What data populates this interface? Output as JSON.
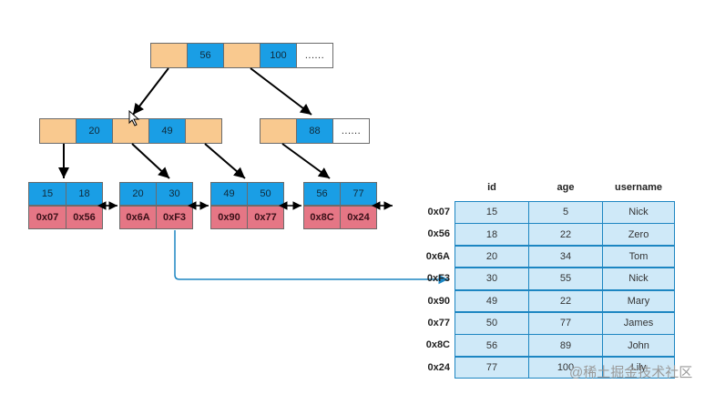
{
  "root": {
    "keys": [
      "56",
      "100"
    ],
    "more": "......"
  },
  "level2": [
    {
      "keys": [
        "20",
        "49"
      ]
    },
    {
      "keys": [
        "88"
      ],
      "more": "......"
    }
  ],
  "leaves": [
    {
      "keys": [
        "15",
        "18"
      ],
      "addrs": [
        "0x07",
        "0x56"
      ]
    },
    {
      "keys": [
        "20",
        "30"
      ],
      "addrs": [
        "0x6A",
        "0xF3"
      ]
    },
    {
      "keys": [
        "49",
        "50"
      ],
      "addrs": [
        "0x90",
        "0x77"
      ]
    },
    {
      "keys": [
        "56",
        "77"
      ],
      "addrs": [
        "0x8C",
        "0x24"
      ]
    }
  ],
  "table": {
    "columns": [
      "id",
      "age",
      "username"
    ],
    "rows": [
      {
        "addr": "0x07",
        "id": "15",
        "age": "5",
        "username": "Nick"
      },
      {
        "addr": "0x56",
        "id": "18",
        "age": "22",
        "username": "Zero"
      },
      {
        "addr": "0x6A",
        "id": "20",
        "age": "34",
        "username": "Tom"
      },
      {
        "addr": "0xF3",
        "id": "30",
        "age": "55",
        "username": "Nick"
      },
      {
        "addr": "0x90",
        "id": "49",
        "age": "22",
        "username": "Mary"
      },
      {
        "addr": "0x77",
        "id": "50",
        "age": "77",
        "username": "James"
      },
      {
        "addr": "0x8C",
        "id": "56",
        "age": "89",
        "username": "John"
      },
      {
        "addr": "0x24",
        "id": "77",
        "age": "100",
        "username": "Lily"
      }
    ]
  },
  "watermark": "@稀土掘金技术社区",
  "colors": {
    "pointer": "#f9c98f",
    "key": "#1a9ee5",
    "address": "#e57685",
    "table": "#cfe9f8",
    "link": "#1d86c2"
  }
}
